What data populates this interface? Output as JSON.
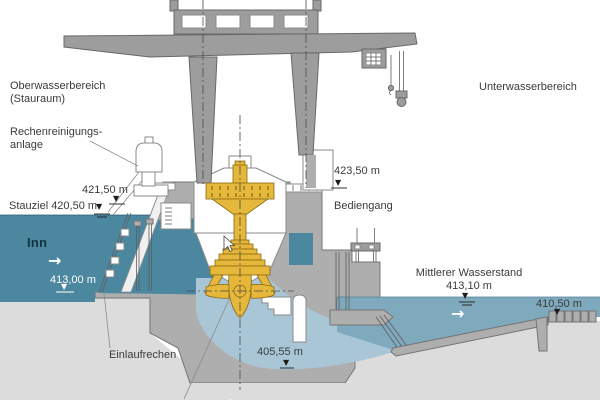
{
  "labels": {
    "oberwasserbereich_1": "Oberwasserbereich",
    "oberwasserbereich_2": "(Stauraum)",
    "rechenreinigung_1": "Rechenreinigungs-",
    "rechenreinigung_2": "anlage",
    "unterwasserbereich": "Unterwasserbereich",
    "stauziel": "Stauziel 420,50 m",
    "inn": "Inn",
    "bediengang": "Bediengang",
    "einlaufrechen": "Einlaufrechen",
    "mittlerer_wasserstand": "Mittlerer Wasserstand",
    "elev_421_50": "421,50 m",
    "elev_423_50": "423,50 m",
    "elev_413_00": "413,00 m",
    "elev_413_10": "413,10 m",
    "elev_405_55": "405,55 m",
    "elev_410_50": "410,50 m"
  },
  "icons": {
    "water_level_marker": "▼",
    "flow_arrow": "→"
  },
  "colors": {
    "headwater": "#4c87a0",
    "tailwater": "#7fa9bd",
    "draft-tube-water": "#a9c6d6",
    "concrete": "#aeaeae",
    "concrete-outline": "#747474",
    "crane": "#9d9d9d",
    "crane-outline": "#686868",
    "ground": "#dcdcdc",
    "turbine-yellow": "#e5b73b",
    "turbine-dark": "#8a6a12",
    "label-text": "#3b3b3b",
    "inn-text": "#143340"
  }
}
